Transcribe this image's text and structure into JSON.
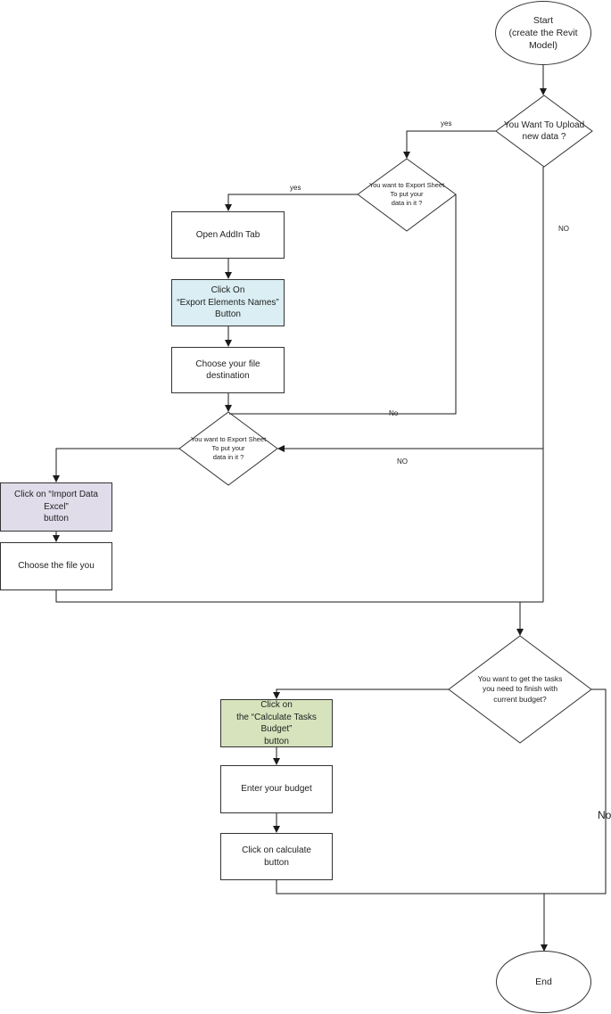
{
  "nodes": {
    "start": "Start\n(create the Revit\nModel)",
    "upload_decision": "You Want To Upload\nnew data ?",
    "export_decision_1": "You want to Export Sheet\nTo put your\ndata in it ?",
    "open_addin": "Open AddIn Tab",
    "click_export": "Click On\n“Export Elements Names”\nButton",
    "choose_destination": "Choose your file\ndestination",
    "export_decision_2": "You want to Export Sheet\nTo put your\ndata in it ?",
    "click_import": "Click on “Import Data\nExcel”\nbutton",
    "choose_file": "Choose the file you",
    "tasks_decision": "You want to get the tasks\nyou need to finish with\ncurrent budget?",
    "click_calc_budget": "Click on\nthe “Calculate Tasks\nBudget”\nbutton",
    "enter_budget": "Enter your budget",
    "click_calculate": "Click on calculate\nbutton",
    "end": "End"
  },
  "edge_labels": {
    "yes_1": "yes",
    "yes_2": "yes",
    "no_1": "NO",
    "no_2": "No",
    "no_3": "NO",
    "no_4": "No"
  },
  "colors": {
    "blue_fill": "#daeef3",
    "purple_fill": "#e0dcea",
    "green_fill": "#d6e3bc",
    "line": "#333333"
  }
}
